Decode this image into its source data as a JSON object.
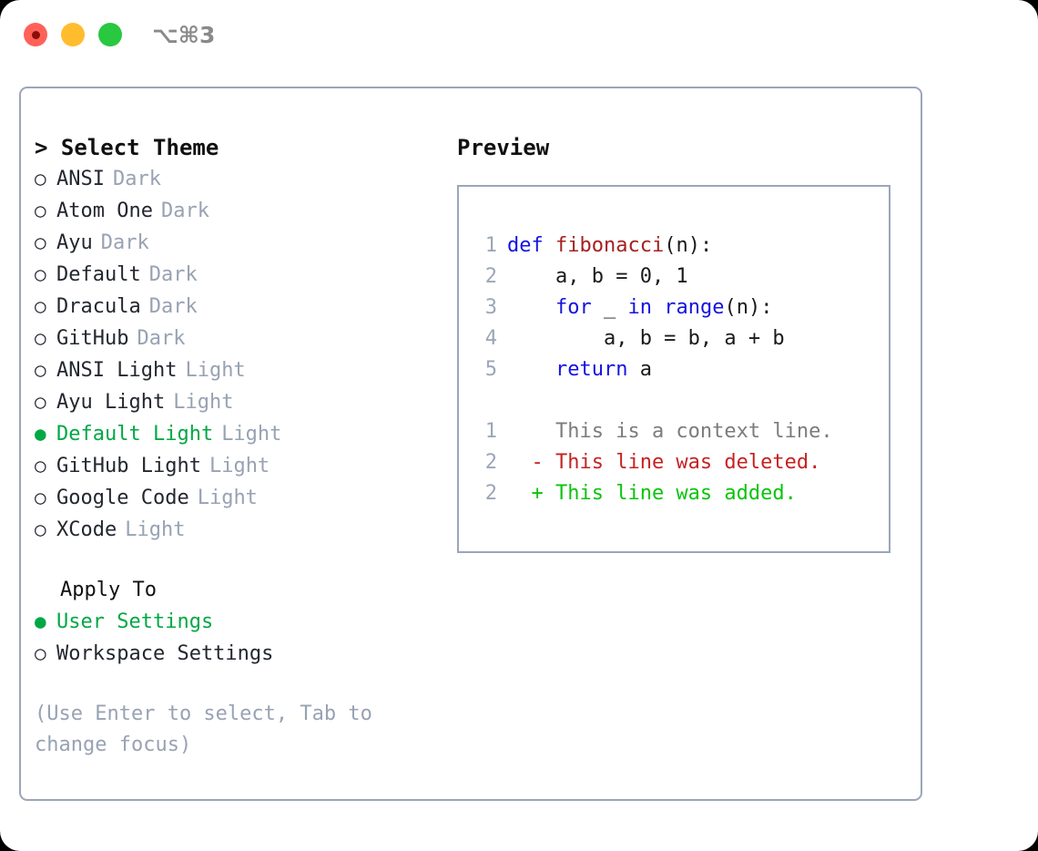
{
  "titlebar": {
    "shortcut": "⌥⌘3",
    "buttons": [
      {
        "name": "close",
        "color": "#ff6159"
      },
      {
        "name": "minimize",
        "color": "#ffbd2e"
      },
      {
        "name": "maximize",
        "color": "#28c840"
      }
    ]
  },
  "theme_picker": {
    "header": "> Select Theme",
    "options": [
      {
        "marker": "○",
        "label": "ANSI",
        "kind": "Dark",
        "selected": false
      },
      {
        "marker": "○",
        "label": "Atom One",
        "kind": "Dark",
        "selected": false
      },
      {
        "marker": "○",
        "label": "Ayu",
        "kind": "Dark",
        "selected": false
      },
      {
        "marker": "○",
        "label": "Default",
        "kind": "Dark",
        "selected": false
      },
      {
        "marker": "○",
        "label": "Dracula",
        "kind": "Dark",
        "selected": false
      },
      {
        "marker": "○",
        "label": "GitHub",
        "kind": "Dark",
        "selected": false
      },
      {
        "marker": "○",
        "label": "ANSI Light",
        "kind": "Light",
        "selected": false
      },
      {
        "marker": "○",
        "label": "Ayu Light",
        "kind": "Light",
        "selected": false
      },
      {
        "marker": "●",
        "label": "Default Light",
        "kind": "Light",
        "selected": true
      },
      {
        "marker": "○",
        "label": "GitHub Light",
        "kind": "Light",
        "selected": false
      },
      {
        "marker": "○",
        "label": "Google Code",
        "kind": "Light",
        "selected": false
      },
      {
        "marker": "○",
        "label": "XCode",
        "kind": "Light",
        "selected": false
      }
    ]
  },
  "apply_to": {
    "title": "Apply To",
    "options": [
      {
        "marker": "●",
        "label": "User Settings",
        "selected": true
      },
      {
        "marker": "○",
        "label": "Workspace Settings",
        "selected": false
      }
    ]
  },
  "hint": "(Use Enter to select, Tab to change focus)",
  "preview": {
    "title": "Preview",
    "code_lines": [
      {
        "number": "1",
        "tokens": [
          {
            "text": "def ",
            "style": "kw"
          },
          {
            "text": "fibonacci",
            "style": "fn"
          },
          {
            "text": "(n):",
            "style": "txt"
          }
        ]
      },
      {
        "number": "2",
        "tokens": [
          {
            "text": "    a, b = 0, 1",
            "style": "txt"
          }
        ]
      },
      {
        "number": "3",
        "tokens": [
          {
            "text": "    ",
            "style": "txt"
          },
          {
            "text": "for",
            "style": "kw"
          },
          {
            "text": " _ ",
            "style": "txt"
          },
          {
            "text": "in ",
            "style": "kw"
          },
          {
            "text": "range",
            "style": "bi"
          },
          {
            "text": "(n):",
            "style": "txt"
          }
        ]
      },
      {
        "number": "4",
        "tokens": [
          {
            "text": "        a, b = b, a + b",
            "style": "txt"
          }
        ]
      },
      {
        "number": "5",
        "tokens": [
          {
            "text": "    ",
            "style": "txt"
          },
          {
            "text": "return",
            "style": "kw"
          },
          {
            "text": " a",
            "style": "txt"
          }
        ]
      }
    ],
    "diff_lines": [
      {
        "number": "1",
        "marker": "  ",
        "text": "This is a context line.",
        "style": "ctx"
      },
      {
        "number": "2",
        "marker": "- ",
        "text": "This line was deleted.",
        "style": "del"
      },
      {
        "number": "2",
        "marker": "+ ",
        "text": "This line was added.",
        "style": "add"
      }
    ]
  },
  "colors": {
    "selected_green": "#00a844",
    "added_green": "#0ac40a",
    "deleted_red": "#c62222",
    "keyword_blue": "#1414e0",
    "function_red": "#a52020",
    "muted_gray": "#98a2b3",
    "border_gray": "#9ba6b8"
  }
}
